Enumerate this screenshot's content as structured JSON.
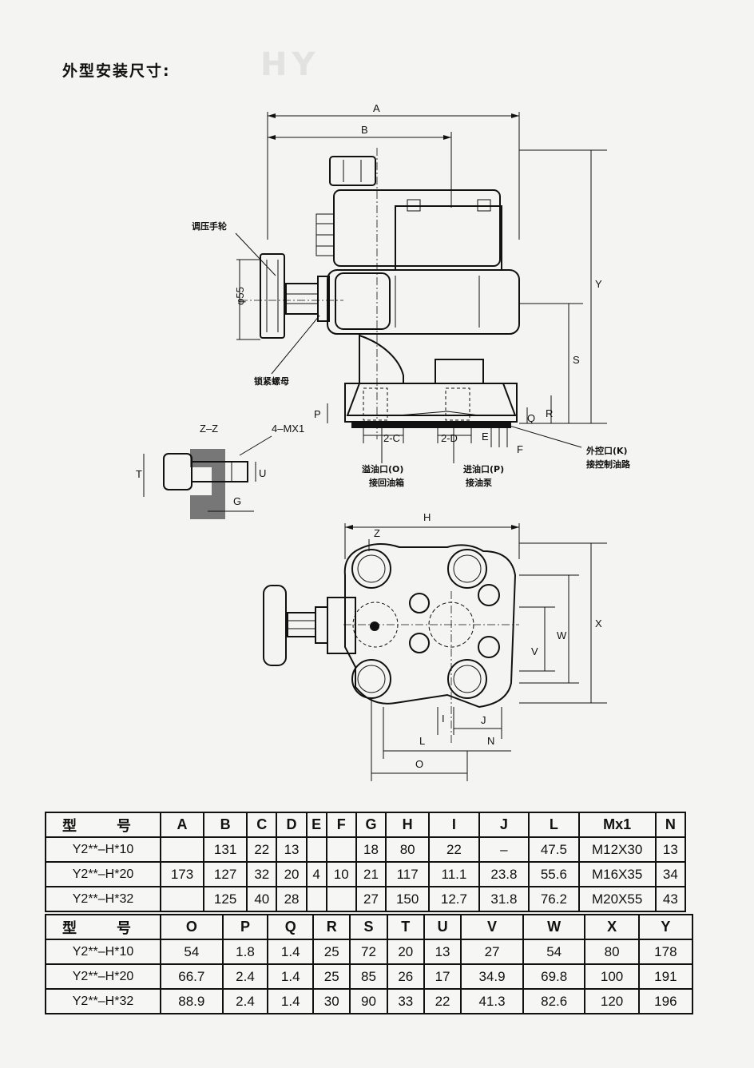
{
  "header": {
    "title": "外型安装尺寸:"
  },
  "drawing": {
    "labels": {
      "dim_A": "A",
      "dim_B": "B",
      "dim_Y": "Y",
      "dim_S": "S",
      "dim_R": "R",
      "dim_Q": "Q",
      "dim_P": "P",
      "dim_2C": "2-C",
      "dim_2D": "2-D",
      "dim_E": "E",
      "dim_F": "F",
      "dim_phi55": "φ55",
      "dim_H": "H",
      "dim_Z": "Z",
      "dim_X": "X",
      "dim_W": "W",
      "dim_V": "V",
      "dim_I": "I",
      "dim_J": "J",
      "dim_L": "L",
      "dim_N": "N",
      "dim_O": "O",
      "dim_T": "T",
      "dim_U": "U",
      "dim_G": "G",
      "section_zz": "Z–Z",
      "bolt_4mx1": "4–MX1",
      "handwheel": "调压手轮",
      "locknut": "锁紧螺母",
      "overflow_port": "溢油口(O)",
      "overflow_note": "接回油箱",
      "inlet_port": "进油口(P)",
      "inlet_note": "接油泵",
      "ext_port": "外控口(K)",
      "ext_note": "接控制油路"
    }
  },
  "table1": {
    "headers": [
      "型　号",
      "A",
      "B",
      "C",
      "D",
      "E",
      "F",
      "G",
      "H",
      "I",
      "J",
      "L",
      "Mx1",
      "N"
    ],
    "rows": [
      [
        "Y2**–H*10",
        "",
        "131",
        "22",
        "13",
        "",
        "",
        "18",
        "80",
        "22",
        "–",
        "47.5",
        "M12X30",
        "13"
      ],
      [
        "Y2**–H*20",
        "173",
        "127",
        "32",
        "20",
        "4",
        "10",
        "21",
        "117",
        "11.1",
        "23.8",
        "55.6",
        "M16X35",
        "34"
      ],
      [
        "Y2**–H*32",
        "",
        "125",
        "40",
        "28",
        "",
        "",
        "27",
        "150",
        "12.7",
        "31.8",
        "76.2",
        "M20X55",
        "43"
      ]
    ]
  },
  "table2": {
    "headers": [
      "型　号",
      "O",
      "P",
      "Q",
      "R",
      "S",
      "T",
      "U",
      "V",
      "W",
      "X",
      "Y"
    ],
    "rows": [
      [
        "Y2**–H*10",
        "54",
        "1.8",
        "1.4",
        "25",
        "72",
        "20",
        "13",
        "27",
        "54",
        "80",
        "178"
      ],
      [
        "Y2**–H*20",
        "66.7",
        "2.4",
        "1.4",
        "25",
        "85",
        "26",
        "17",
        "34.9",
        "69.8",
        "100",
        "191"
      ],
      [
        "Y2**–H*32",
        "88.9",
        "2.4",
        "1.4",
        "30",
        "90",
        "33",
        "22",
        "41.3",
        "82.6",
        "120",
        "196"
      ]
    ]
  }
}
